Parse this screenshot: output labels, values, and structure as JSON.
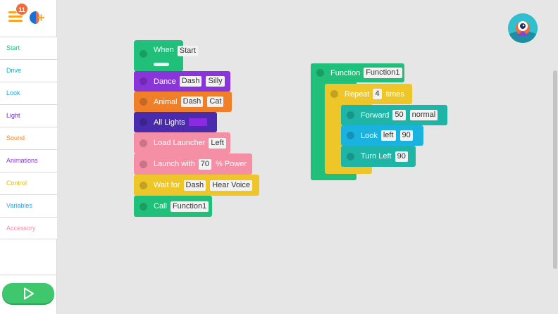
{
  "header": {
    "badge_count": "11"
  },
  "sidebar": {
    "categories": [
      {
        "label": "Start",
        "color": "#1fbf73"
      },
      {
        "label": "Drive",
        "color": "#1aa9c4"
      },
      {
        "label": "Look",
        "color": "#1ea7d9"
      },
      {
        "label": "Light",
        "color": "#6a2bbf"
      },
      {
        "label": "Sound",
        "color": "#f07f2a"
      },
      {
        "label": "Animations",
        "color": "#8a35d9"
      },
      {
        "label": "Control",
        "color": "#e5b81f"
      },
      {
        "label": "Variables",
        "color": "#3aa0d8"
      },
      {
        "label": "Accessory",
        "color": "#f48fa5"
      }
    ],
    "play_icon": "play-icon"
  },
  "program1": {
    "when": {
      "label": "When",
      "value": "Start"
    },
    "dance": {
      "label": "Dance",
      "target": "Dash",
      "style": "Silly"
    },
    "animal": {
      "label": "Animal",
      "target": "Dash",
      "sound": "Cat"
    },
    "lights": {
      "label": "All Lights",
      "color": "#8a2be2"
    },
    "load": {
      "label": "Load Launcher",
      "value": "Left"
    },
    "launch": {
      "label": "Launch with",
      "value": "70",
      "suffix": "% Power"
    },
    "wait": {
      "label": "Wait for",
      "target": "Dash",
      "event": "Hear Voice"
    },
    "call": {
      "label": "Call",
      "value": "Function1"
    }
  },
  "program2": {
    "function": {
      "label": "Function",
      "value": "Function1"
    },
    "repeat": {
      "label": "Repeat",
      "count": "4",
      "suffix": "times"
    },
    "forward": {
      "label": "Forward",
      "distance": "50",
      "speed": "normal"
    },
    "look": {
      "label": "Look",
      "direction": "left",
      "angle": "90"
    },
    "turn": {
      "label": "Turn Left",
      "angle": "90"
    }
  }
}
